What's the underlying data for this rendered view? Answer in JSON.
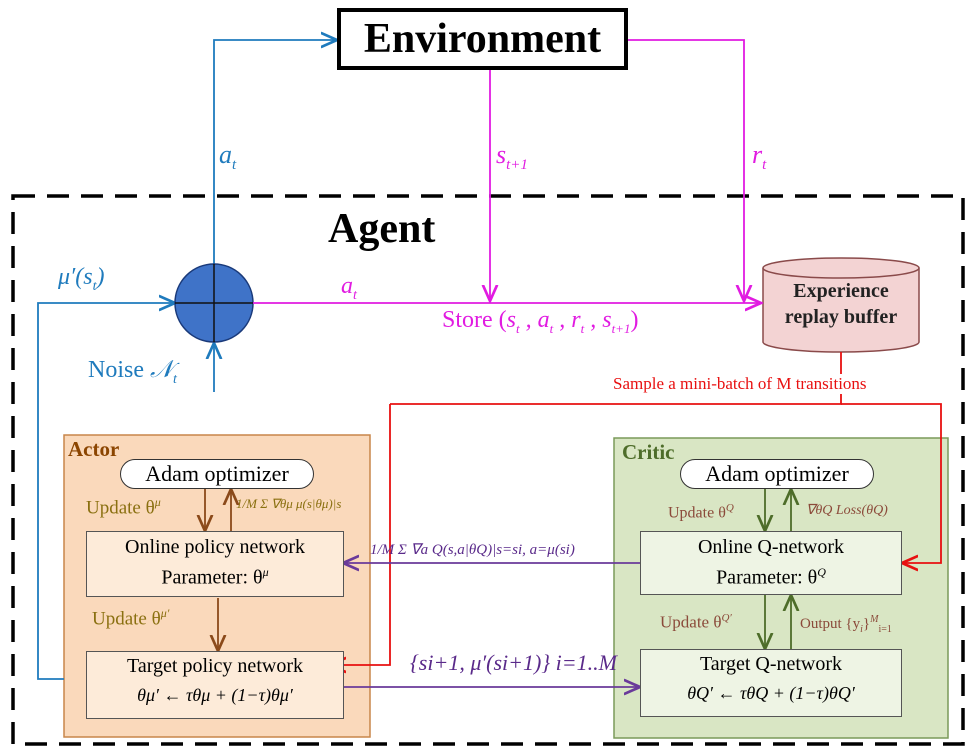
{
  "environment": {
    "label": "Environment"
  },
  "agent": {
    "label": "Agent"
  },
  "signals": {
    "action": "a",
    "action_sub": "t",
    "next_state": "s",
    "next_state_sub": "t+1",
    "reward": "r",
    "reward_sub": "t",
    "actor_output": "μ′(s",
    "actor_output_sub": "t",
    "actor_output_close": ")",
    "noise_prefix": "Noise ",
    "noise_symbol": "𝒩",
    "noise_sub": "t",
    "store": "Store (s, a, r, s",
    "store_text": "Store (",
    "store_vars": "s_t , a_t , r_t , s_{t+1}",
    "store_close": ")"
  },
  "replay_buffer": {
    "line1": "Experience",
    "line2": "replay buffer"
  },
  "sample_label": "Sample a mini-batch of M transitions",
  "actor": {
    "title": "Actor",
    "optimizer": "Adam optimizer",
    "update_online": "Update θ",
    "update_online_sup": "μ",
    "gradient": "1/M Σ ∇θμ μ(s|θμ)|s",
    "online_net": "Online policy network",
    "online_param": "Parameter: θ",
    "online_param_sup": "μ",
    "update_target": "Update θ",
    "update_target_sup": "μ′",
    "target_net": "Target policy network",
    "target_rule": "θμ′ ← τθμ + (1−τ)θμ′"
  },
  "critic": {
    "title": "Critic",
    "optimizer": "Adam optimizer",
    "update_online": "Update θ",
    "update_online_sup": "Q",
    "loss_grad": "∇θQ Loss(θQ)",
    "online_net": "Online Q-network",
    "online_param": "Parameter: θ",
    "online_param_sup": "Q",
    "update_target": "Update θ",
    "update_target_sup": "Q′",
    "output": "Output {y",
    "output_tail": "}",
    "target_net": "Target Q-network",
    "target_rule": "θQ′ ← τθQ + (1−τ)θQ′"
  },
  "policy_gradient": "1/M Σ ∇a Q(s,a|θQ)|s=si, a=μ(si)",
  "target_transfer": "{si+1, μ′(si+1)} i=1..M",
  "colors": {
    "blue": "#1f7bbd",
    "magenta": "#e11be1",
    "red": "#e81010",
    "purple": "#6a3a9a",
    "actor_fill": "#fad9bb",
    "critic_fill": "#d9e6c4",
    "arrow_brown": "#8b4a1a",
    "arrow_green": "#4e6d2a"
  }
}
